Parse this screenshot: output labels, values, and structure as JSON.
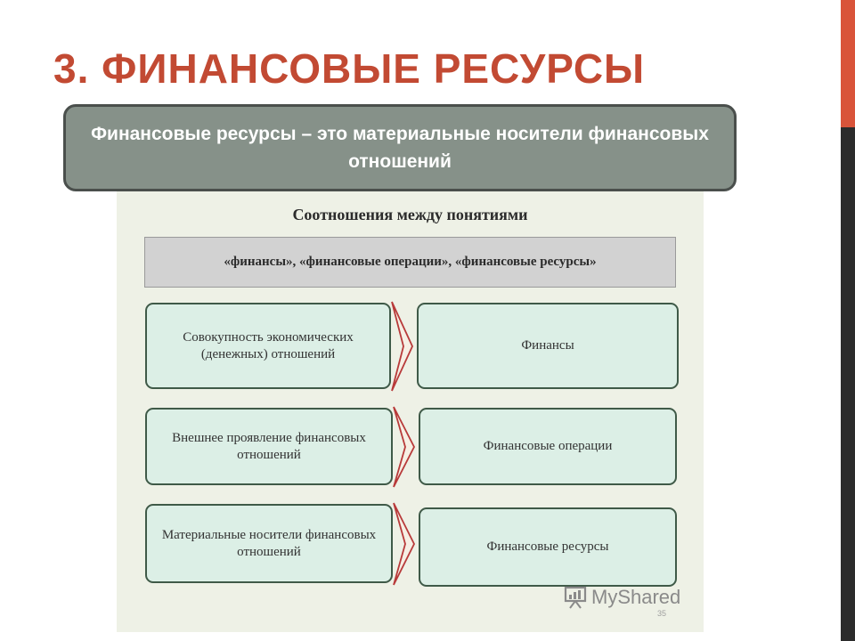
{
  "slide": {
    "title": "3. ФИНАНСОВЫЕ РЕСУРСЫ",
    "definition": "Финансовые ресурсы – это материальные носители финансовых отношений",
    "page_number": "35"
  },
  "diagram": {
    "title": "Соотношения между понятиями",
    "header": "«финансы», «финансовые операции», «финансовые ресурсы»",
    "rows": [
      {
        "left": "Совокупность экономических (денежных) отношений",
        "right": "Финансы"
      },
      {
        "left": "Внешнее проявление финансовых отношений",
        "right": "Финансовые операции"
      },
      {
        "left": "Материальные носители финансовых отношений",
        "right": "Финансовые ресурсы"
      }
    ]
  },
  "watermark": {
    "text": "MyShared"
  },
  "colors": {
    "accent": "#c24a33",
    "bar_top": "#d9543a",
    "bar_bottom": "#2c2c2c",
    "definition_bg": "#869189",
    "cell_bg": "#dcefe6",
    "arrow": "#b83a3a"
  },
  "icons": {
    "watermark": "presentation-board-icon"
  }
}
